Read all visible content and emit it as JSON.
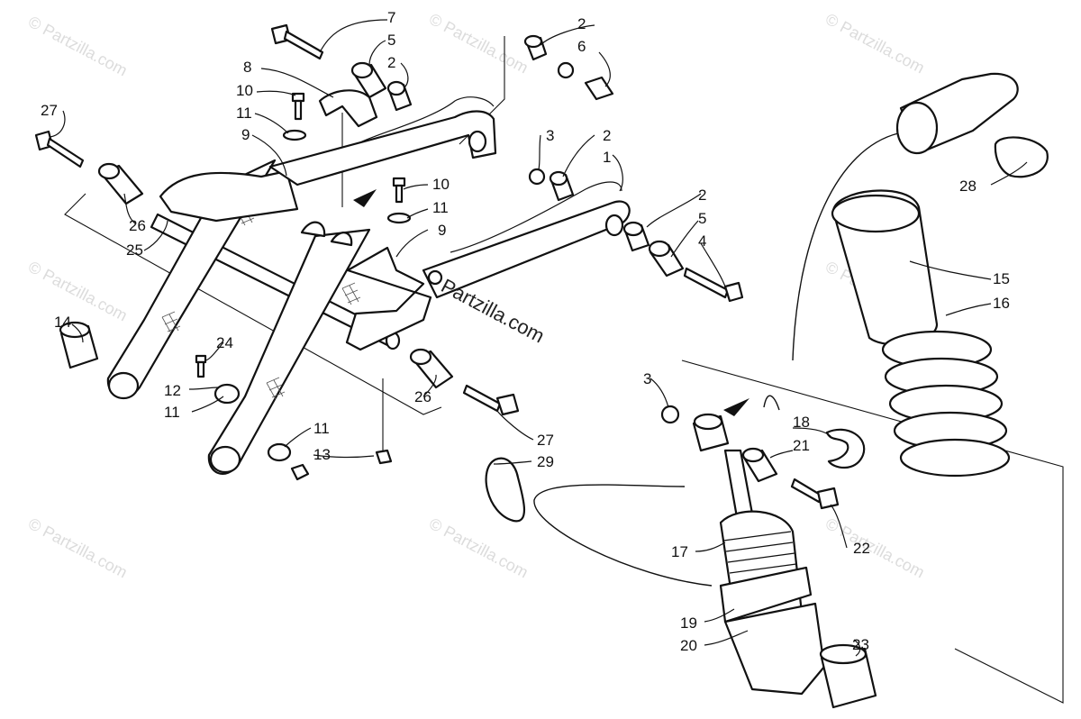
{
  "diagram": {
    "brand_text": "Partzilla.com",
    "watermark_text": "© Partzilla.com",
    "callouts": [
      {
        "id": "c7",
        "text": "7"
      },
      {
        "id": "c5a",
        "text": "5"
      },
      {
        "id": "c2a",
        "text": "2"
      },
      {
        "id": "c8",
        "text": "8"
      },
      {
        "id": "c10a",
        "text": "10"
      },
      {
        "id": "c11a",
        "text": "11"
      },
      {
        "id": "c9a",
        "text": "9"
      },
      {
        "id": "c27a",
        "text": "27"
      },
      {
        "id": "c26a",
        "text": "26"
      },
      {
        "id": "c25",
        "text": "25"
      },
      {
        "id": "c2b",
        "text": "2"
      },
      {
        "id": "c6",
        "text": "6"
      },
      {
        "id": "c3a",
        "text": "3"
      },
      {
        "id": "c2c",
        "text": "2"
      },
      {
        "id": "c1",
        "text": "1"
      },
      {
        "id": "c10b",
        "text": "10"
      },
      {
        "id": "c11b",
        "text": "11"
      },
      {
        "id": "c9b",
        "text": "9"
      },
      {
        "id": "c2d",
        "text": "2"
      },
      {
        "id": "c5b",
        "text": "5"
      },
      {
        "id": "c4",
        "text": "4"
      },
      {
        "id": "c14",
        "text": "14"
      },
      {
        "id": "c24",
        "text": "24"
      },
      {
        "id": "c12",
        "text": "12"
      },
      {
        "id": "c11c",
        "text": "11"
      },
      {
        "id": "c26b",
        "text": "26"
      },
      {
        "id": "c11d",
        "text": "11"
      },
      {
        "id": "c13",
        "text": "13"
      },
      {
        "id": "c27b",
        "text": "27"
      },
      {
        "id": "c29",
        "text": "29"
      },
      {
        "id": "c28",
        "text": "28"
      },
      {
        "id": "c15",
        "text": "15"
      },
      {
        "id": "c16",
        "text": "16"
      },
      {
        "id": "c3b",
        "text": "3"
      },
      {
        "id": "c18",
        "text": "18"
      },
      {
        "id": "c21",
        "text": "21"
      },
      {
        "id": "c22",
        "text": "22"
      },
      {
        "id": "c17",
        "text": "17"
      },
      {
        "id": "c19",
        "text": "19"
      },
      {
        "id": "c20",
        "text": "20"
      },
      {
        "id": "c23",
        "text": "23"
      }
    ]
  }
}
